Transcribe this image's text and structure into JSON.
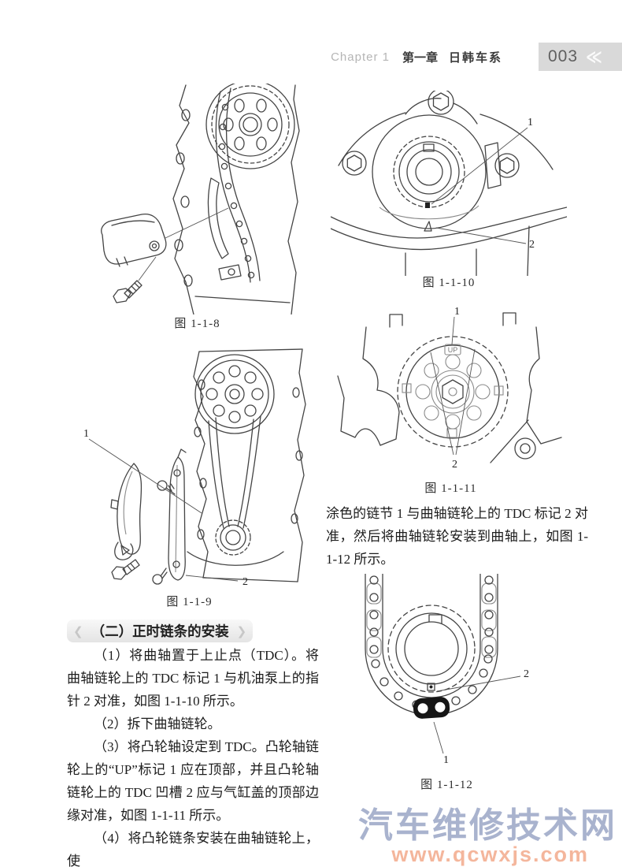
{
  "header": {
    "chapter_en": "Chapter 1",
    "chapter_cn": "第一章",
    "series": "日韩车系",
    "page_number": "003"
  },
  "icons": {
    "back_chevrons": "≪",
    "heading_chevron_left": "❮",
    "heading_chevron_right": "❯"
  },
  "section": {
    "heading": "（二）正时链条的安装"
  },
  "steps": {
    "p1": "（1）将曲轴置于上止点（TDC）。将曲轴链轮上的 TDC 标记 1 与机油泵上的指针 2 对准，如图 1-1-10 所示。",
    "p2": "（2）拆下曲轴链轮。",
    "p3": "（3）将凸轮轴设定到 TDC。凸轮轴链轮上的“UP”标记 1 应在顶部，并且凸轮轴链轮上的 TDC 凹槽 2 应与气缸盖的顶部边缘对准，如图 1-1-11 所示。",
    "p4": "（4）将凸轮链条安装在曲轴链轮上，使"
  },
  "right_text": "涂色的链节 1 与曲轴链轮上的 TDC 标记 2 对准，然后将曲轴链轮安装到曲轴上，如图 1-1-12 所示。",
  "figures": {
    "fig8": {
      "caption": "图 1-1-8"
    },
    "fig9": {
      "caption": "图 1-1-9",
      "label1": "1",
      "label2": "2"
    },
    "fig10": {
      "caption": "图 1-1-10",
      "label1": "1",
      "label2": "2"
    },
    "fig11": {
      "caption": "图 1-1-11",
      "label1": "1",
      "label2": "2",
      "up_mark": "UP"
    },
    "fig12": {
      "caption": "图 1-1-12",
      "label1": "1",
      "label2": "2"
    }
  },
  "watermark": {
    "site_name": "汽车维修技术网",
    "site_url": "www.qcwxjs.com"
  },
  "colors": {
    "page_box_bg": "#d9d9d9",
    "watermark_blue": "#a9b3ce",
    "watermark_orange": "#f4b69c"
  }
}
